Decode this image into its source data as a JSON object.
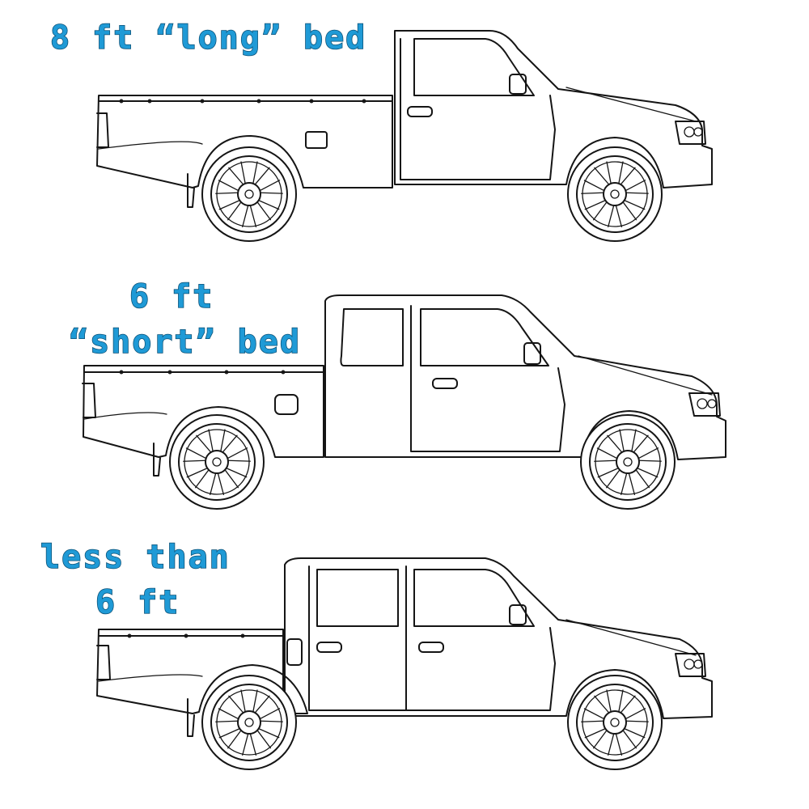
{
  "labels": {
    "truck1": {
      "line1": "8 ft “long” bed"
    },
    "truck2": {
      "line1": "6 ft",
      "line2": "“short” bed"
    },
    "truck3": {
      "line1": "less than",
      "line2": "6 ft"
    }
  },
  "colors": {
    "label_fill": "#1f9ad6",
    "label_stroke": "#0b4f74",
    "line_art": "#151515",
    "background": "#ffffff"
  }
}
